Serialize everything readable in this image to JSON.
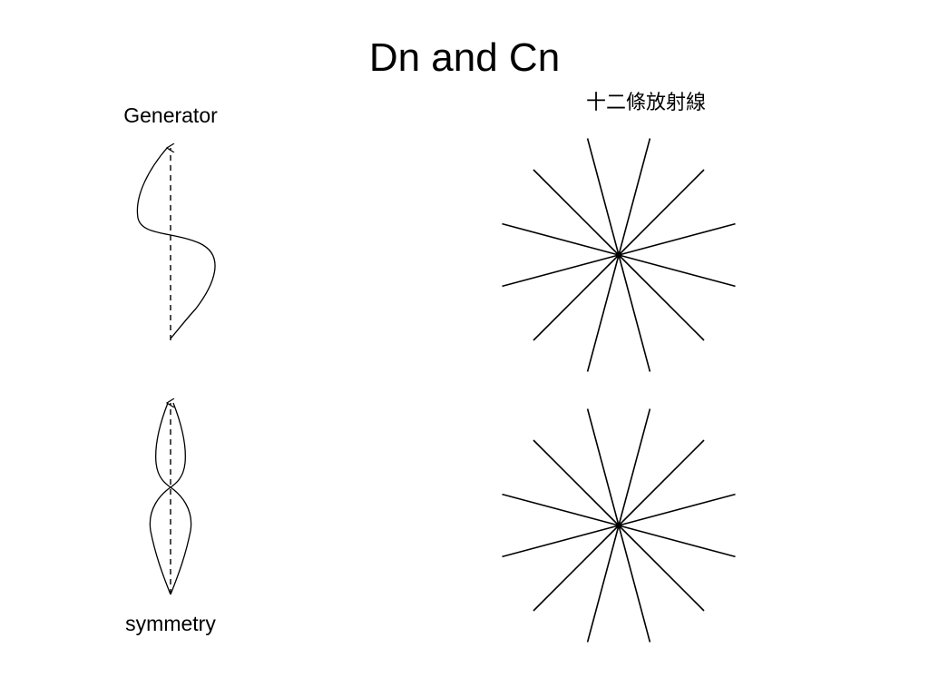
{
  "slide": {
    "title": "Dn and Cn"
  },
  "labels": {
    "generator": "Generator",
    "symmetry": "symmetry",
    "radial_lines": "十二條放射線"
  },
  "figures": {
    "star_ray_count": 12,
    "stroke_color": "#000000",
    "axis_style": "dashed-arrow"
  }
}
